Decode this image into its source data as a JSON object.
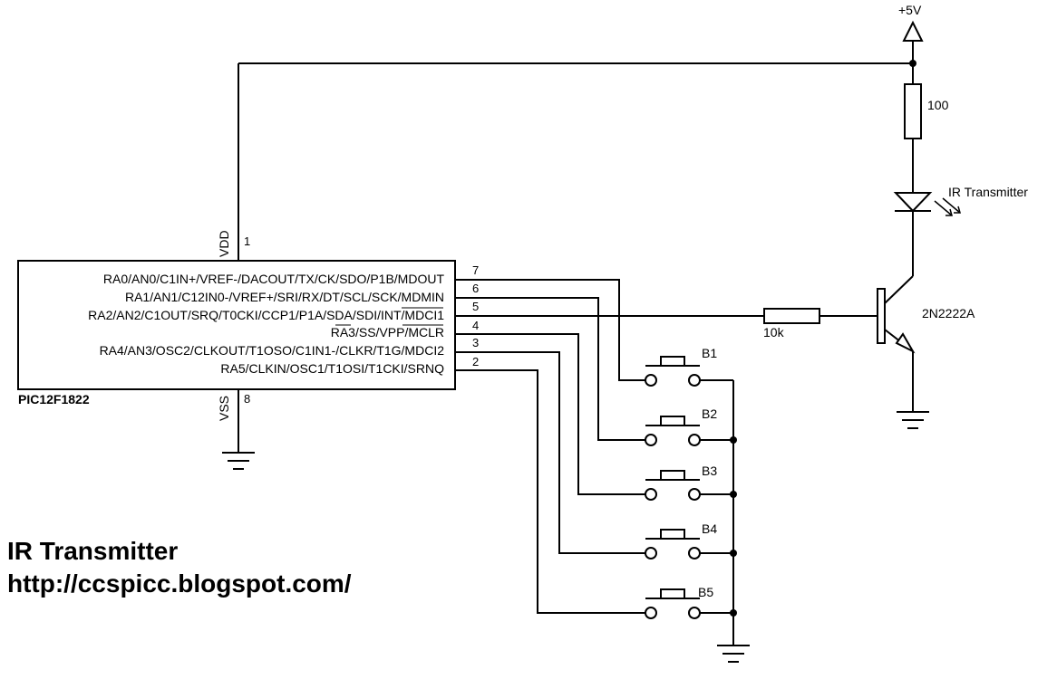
{
  "mcu": {
    "name": "PIC12F1822",
    "vdd_label": "VDD",
    "vss_label": "VSS",
    "vdd_pin": "1",
    "vss_pin": "8",
    "pins": [
      {
        "label": "RA0/AN0/C1IN+/VREF-/DACOUT/TX/CK/SDO/P1B/MDOUT",
        "num": "7"
      },
      {
        "label": "RA1/AN1/C12IN0-/VREF+/SRI/RX/DT/SCL/SCK/MDMIN",
        "num": "6"
      },
      {
        "label": "RA2/AN2/C1OUT/SRQ/T0CKI/CCP1/P1A/SDA/SDI/INT/MDCI1",
        "num": "5"
      },
      {
        "label": "RA3/SS/VPP/MCLR",
        "num": "4"
      },
      {
        "label": "RA4/AN3/OSC2/CLKOUT/T1OSO/C1IN1-/CLKR/T1G/MDCI2",
        "num": "3"
      },
      {
        "label": "RA5/CLKIN/OSC1/T1OSI/T1CKI/SRNQ",
        "num": "2"
      }
    ]
  },
  "power": {
    "label": "+5V"
  },
  "resistor_100": {
    "label": "100"
  },
  "led": {
    "label": "IR Transmitter"
  },
  "transistor": {
    "label": "2N2222A"
  },
  "resistor_10k": {
    "label": "10k"
  },
  "buttons": [
    "B1",
    "B2",
    "B3",
    "B4",
    "B5"
  ],
  "footer": {
    "title": "IR Transmitter",
    "url": "http://ccspicc.blogspot.com/"
  }
}
